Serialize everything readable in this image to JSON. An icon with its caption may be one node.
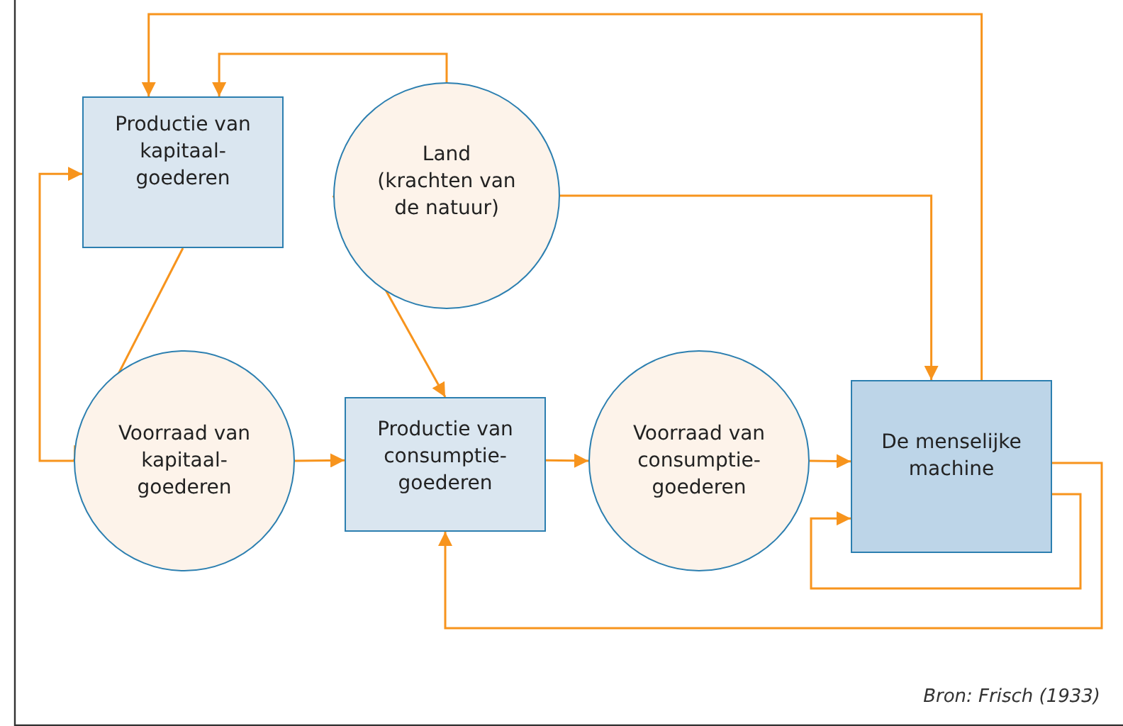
{
  "diagram": {
    "nodes": [
      {
        "text": [
          "Productie van kapitaal- goederen"
        ]
      },
      {
        "text": [
          "Land (krachten van de natuur)"
        ]
      },
      {
        "text": [
          "Voorraad van kapitaal- goederen"
        ]
      },
      {
        "text": [
          "Productie van consumptie- goederen"
        ]
      },
      {
        "text": [
          "Voorraad van consumptie- goederen"
        ]
      },
      {
        "text": [
          "De menselijke machine"
        ]
      }
    ],
    "edges": [
      {
        "from": 5,
        "to": 0,
        "arrow": "to"
      },
      {
        "from": 1,
        "to": 0,
        "arrow": "to"
      },
      {
        "from": 1,
        "to": 5,
        "arrow": "to"
      },
      {
        "from": 0,
        "to": 2,
        "arrow": "to"
      },
      {
        "from": 2,
        "to": 0,
        "arrow": "to"
      },
      {
        "from": 1,
        "to": 3,
        "arrow": "to"
      },
      {
        "from": 2,
        "to": 3,
        "arrow": "to"
      },
      {
        "from": 3,
        "to": 4,
        "arrow": "to"
      },
      {
        "from": 4,
        "to": 5,
        "arrow": "to"
      },
      {
        "from": 5,
        "to": 5,
        "arrow": "to"
      },
      {
        "from": 5,
        "to": 3,
        "arrow": "to"
      }
    ],
    "labels": [
      "Bron: Frisch (1933)"
    ]
  }
}
